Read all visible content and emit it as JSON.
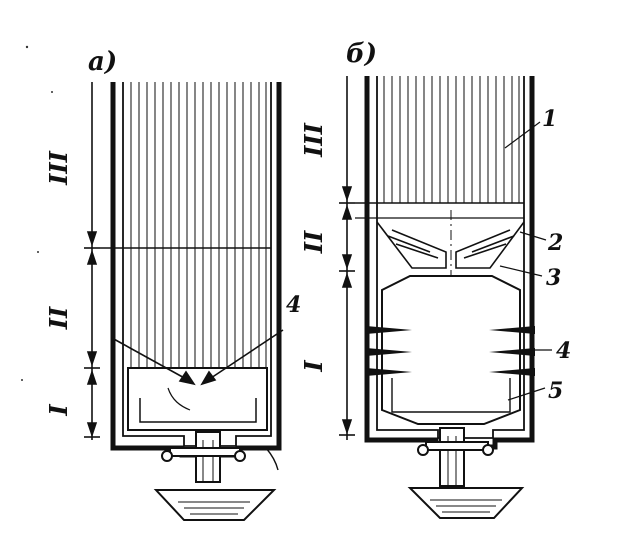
{
  "panels": {
    "a": {
      "label": "а)",
      "zones": [
        "III",
        "II",
        "I"
      ],
      "callouts": [
        "4"
      ]
    },
    "b": {
      "label": "б)",
      "zones": [
        "III",
        "II",
        "I"
      ],
      "callouts": [
        "1",
        "2",
        "3",
        "4",
        "5"
      ]
    }
  },
  "colors": {
    "ink": "#111111",
    "paper": "#ffffff"
  }
}
